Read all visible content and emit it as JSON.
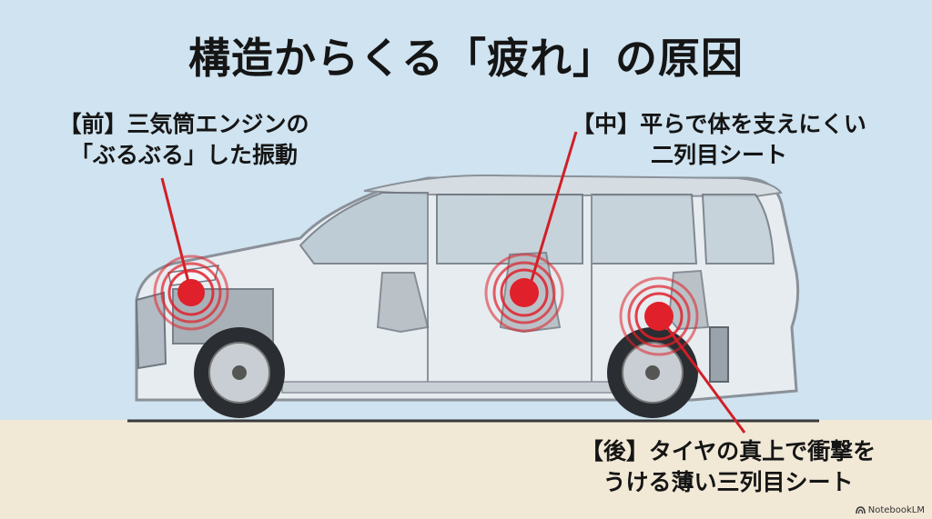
{
  "title": "構造からくる「疲れ」の原因",
  "callouts": {
    "front": {
      "line1": "【前】三気筒エンジンの",
      "line2": "「ぶるぶる」した振動"
    },
    "middle": {
      "line1": "【中】平らで体を支えにくい",
      "line2": "二列目シート"
    },
    "rear": {
      "line1": "【後】タイヤの真上で衝撃を",
      "line2": "うける薄い三列目シート"
    }
  },
  "brand": {
    "icon": "notebooklm-icon",
    "text": "NotebookLM"
  },
  "colors": {
    "accent": "#e0202a",
    "sky": "#cfe3f0",
    "ground": "#f1e8d6"
  }
}
